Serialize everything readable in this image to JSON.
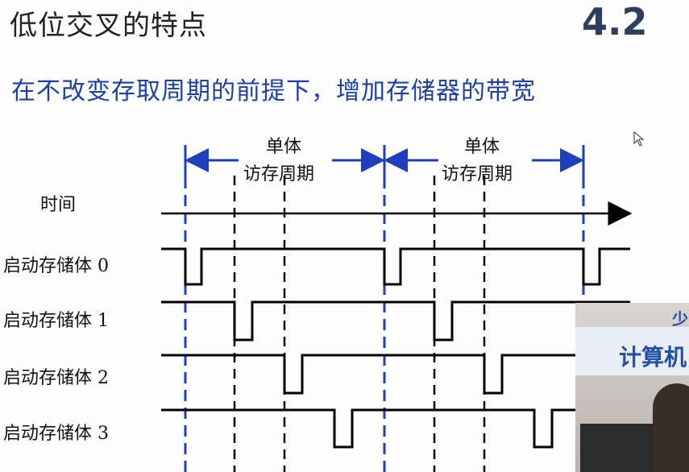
{
  "title": "低位交叉的特点",
  "section_number": "4.2",
  "subtitle": "在不改变存取周期的前提下，增加存储器的带宽",
  "diagram": {
    "time_label": "时间",
    "cycle_label_line1": "单体",
    "cycle_label_line2": "访存周期",
    "banks": [
      {
        "label": "启动存储体 0"
      },
      {
        "label": "启动存储体 1"
      },
      {
        "label": "启动存储体 2"
      },
      {
        "label": "启动存储体 3"
      }
    ],
    "colors": {
      "cycle_marker": "#1f3fbf",
      "signal": "#000000"
    }
  },
  "webcam": {
    "banner_text": "计算机",
    "banner_top": "少"
  }
}
